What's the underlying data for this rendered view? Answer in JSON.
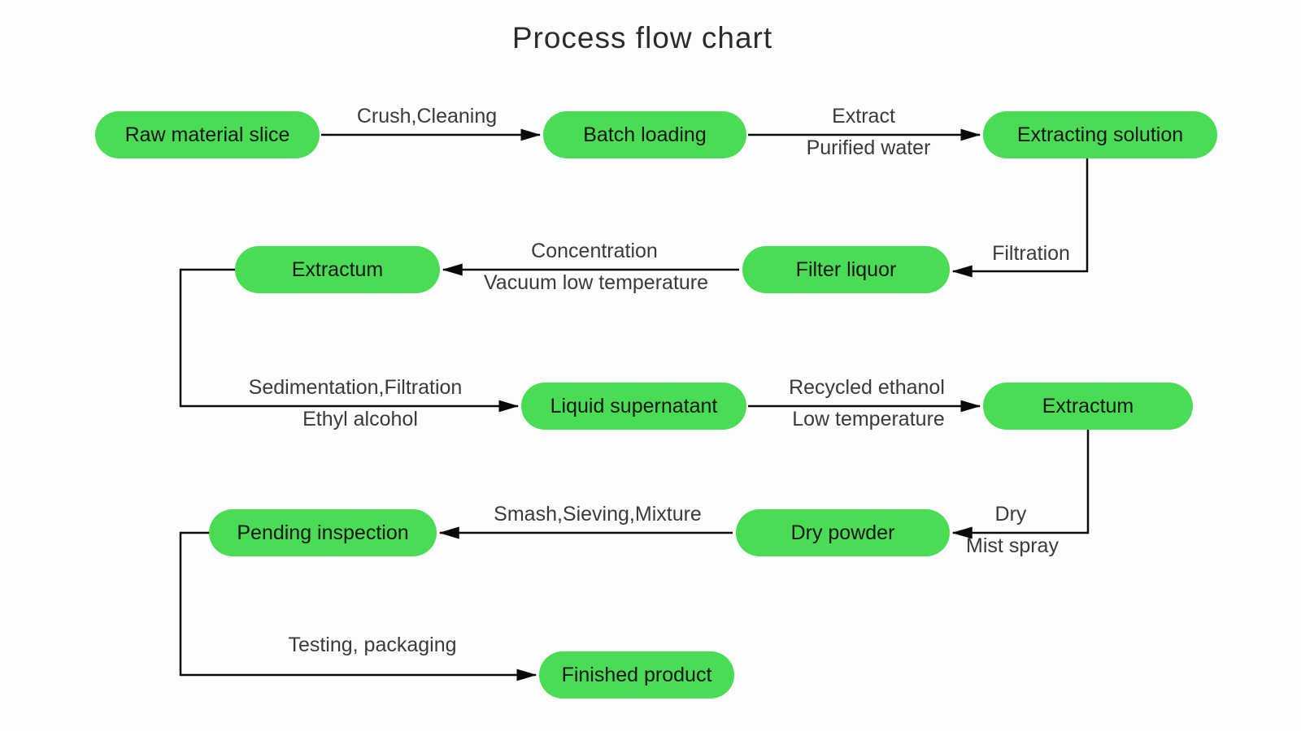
{
  "title": "Process flow chart",
  "colors": {
    "node_fill": "#4adc55",
    "line": "#0a0a0a",
    "background": "#fdfdfd"
  },
  "nodes": [
    {
      "id": "raw-material-slice",
      "label": "Raw material slice"
    },
    {
      "id": "batch-loading",
      "label": "Batch loading"
    },
    {
      "id": "extracting-solution",
      "label": "Extracting solution"
    },
    {
      "id": "extractum-1",
      "label": "Extractum"
    },
    {
      "id": "filter-liquor",
      "label": "Filter liquor"
    },
    {
      "id": "liquid-supernatant",
      "label": "Liquid supernatant"
    },
    {
      "id": "extractum-2",
      "label": "Extractum"
    },
    {
      "id": "pending-inspection",
      "label": "Pending inspection"
    },
    {
      "id": "dry-powder",
      "label": "Dry powder"
    },
    {
      "id": "finished-product",
      "label": "Finished product"
    }
  ],
  "edges": [
    {
      "from": "raw-material-slice",
      "to": "batch-loading",
      "label_top": "Crush,Cleaning",
      "label_bottom": ""
    },
    {
      "from": "batch-loading",
      "to": "extracting-solution",
      "label_top": "Extract",
      "label_bottom": "Purified water"
    },
    {
      "from": "extracting-solution",
      "to": "filter-liquor",
      "label_top": "Filtration",
      "label_bottom": ""
    },
    {
      "from": "filter-liquor",
      "to": "extractum-1",
      "label_top": "Concentration",
      "label_bottom": "Vacuum low temperature"
    },
    {
      "from": "extractum-1",
      "to": "liquid-supernatant",
      "label_top": "Sedimentation,Filtration",
      "label_bottom": "Ethyl alcohol"
    },
    {
      "from": "liquid-supernatant",
      "to": "extractum-2",
      "label_top": "Recycled ethanol",
      "label_bottom": "Low temperature"
    },
    {
      "from": "extractum-2",
      "to": "dry-powder",
      "label_top": "Dry",
      "label_bottom": "Mist spray"
    },
    {
      "from": "dry-powder",
      "to": "pending-inspection",
      "label_top": "Smash,Sieving,Mixture",
      "label_bottom": ""
    },
    {
      "from": "pending-inspection",
      "to": "finished-product",
      "label_top": "Testing, packaging",
      "label_bottom": ""
    }
  ]
}
